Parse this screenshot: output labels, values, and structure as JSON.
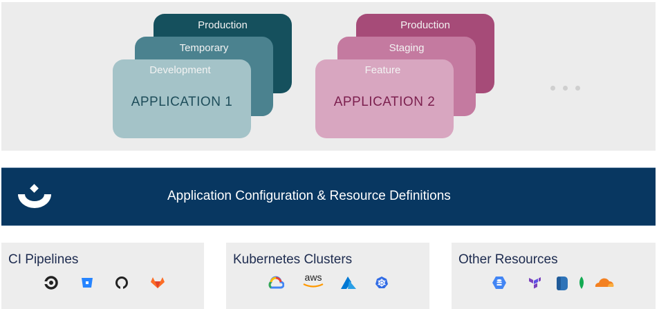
{
  "applications": [
    {
      "title": "APPLICATION 1",
      "title_color": "#1e4d5a",
      "environments": [
        {
          "label": "Production",
          "color": "#15505d"
        },
        {
          "label": "Temporary",
          "color": "#4b828f"
        },
        {
          "label": "Development",
          "color": "#a4c3c8"
        }
      ]
    },
    {
      "title": "APPLICATION 2",
      "title_color": "#7b1f4e",
      "environments": [
        {
          "label": "Production",
          "color": "#a64b78"
        },
        {
          "label": "Staging",
          "color": "#c47aa0"
        },
        {
          "label": "Feature",
          "color": "#d8a6c0"
        }
      ]
    }
  ],
  "more_indicator": "more-icon",
  "banner": {
    "title": "Application Configuration & Resource Definitions",
    "logo": "humanitec-logo-icon",
    "color": "#083761"
  },
  "panels": [
    {
      "title": "CI Pipelines",
      "icons": [
        "circleci-icon",
        "bitbucket-icon",
        "github-icon",
        "gitlab-icon"
      ]
    },
    {
      "title": "Kubernetes Clusters",
      "icons": [
        "google-cloud-icon",
        "aws-icon",
        "azure-icon",
        "kubernetes-icon"
      ],
      "aws_text": "aws"
    },
    {
      "title": "Other Resources",
      "icons": [
        "gcp-database-icon",
        "terraform-icon",
        "aws-rds-icon",
        "mongodb-icon",
        "cloudflare-icon"
      ]
    }
  ]
}
